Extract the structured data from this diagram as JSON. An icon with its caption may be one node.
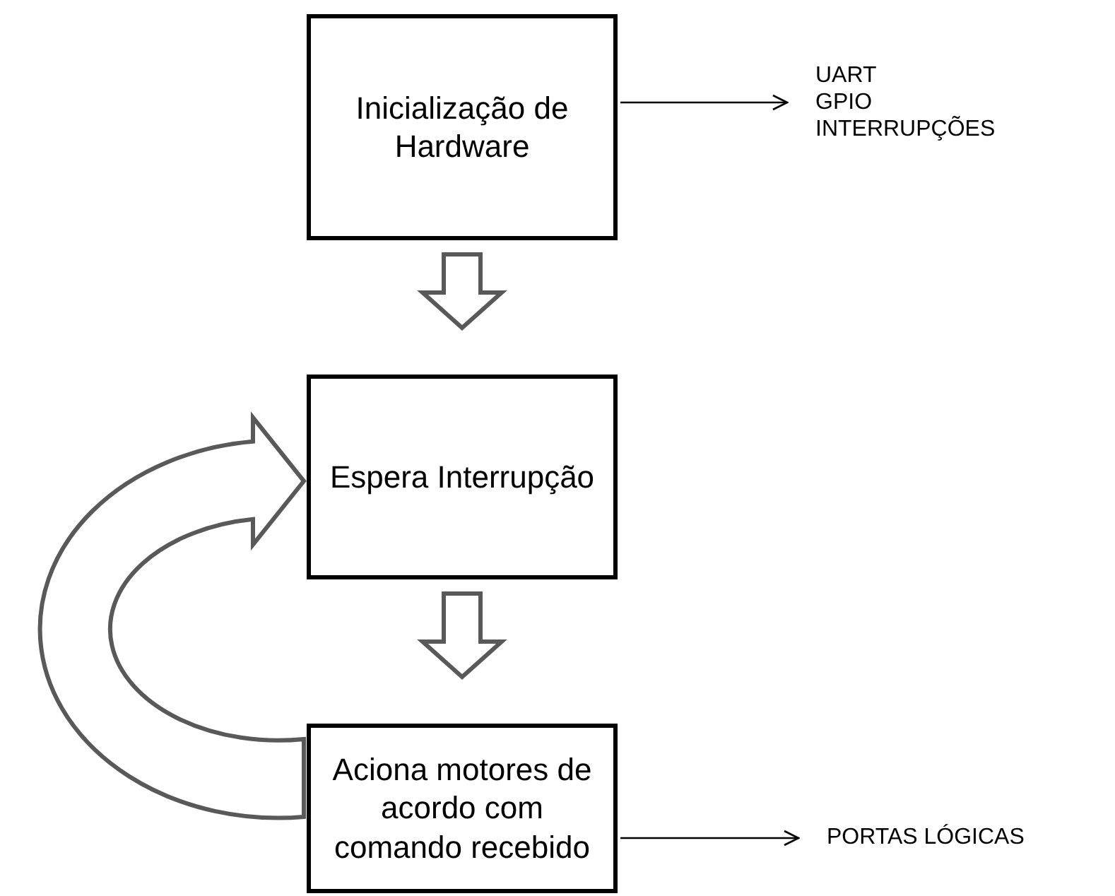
{
  "diagram": {
    "nodes": [
      {
        "text": [
          "Inicialização de Hardware"
        ]
      },
      {
        "text": [
          "UART GPIO INTERRUPÇÕES"
        ]
      },
      {
        "text": [
          "Espera Interrupção"
        ]
      },
      {
        "text": [
          "Aciona motores de acordo com comando recebido"
        ]
      },
      {
        "text": [
          "PORTAS LÓGICAS"
        ]
      }
    ],
    "edges": [
      {
        "from": 0,
        "to": 1,
        "arrow": "to"
      },
      {
        "from": 0,
        "to": 2,
        "arrow": "to",
        "style": "thick"
      },
      {
        "from": 2,
        "to": 3,
        "arrow": "to",
        "style": "thick"
      },
      {
        "from": 3,
        "to": 2,
        "arrow": "to",
        "style": "thick"
      },
      {
        "from": 3,
        "to": 4,
        "arrow": "to"
      }
    ]
  }
}
